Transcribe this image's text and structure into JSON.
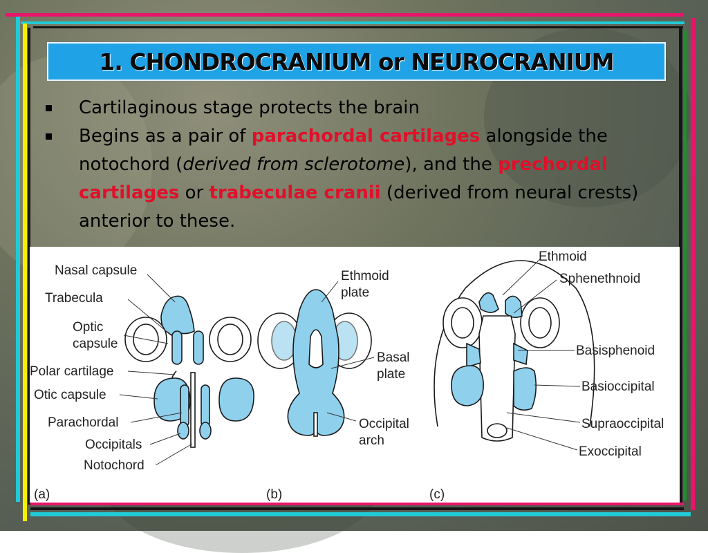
{
  "slide": {
    "title": "1. CHONDROCRANIUM or NEUROCRANIUM",
    "bullets": [
      {
        "segments": [
          {
            "text": "Cartilaginous stage protects the brain",
            "style": "normal"
          }
        ]
      },
      {
        "segments": [
          {
            "text": "Begins as a pair of ",
            "style": "normal"
          },
          {
            "text": "parachordal cartilages",
            "style": "red"
          },
          {
            "text": " alongside the notochord (",
            "style": "normal"
          },
          {
            "text": "derived from sclerotome",
            "style": "italic"
          },
          {
            "text": "), and the ",
            "style": "normal"
          },
          {
            "text": "prechordal cartilages",
            "style": "red"
          },
          {
            "text": " or ",
            "style": "normal"
          },
          {
            "text": "trabeculae cranii",
            "style": "red"
          },
          {
            "text": " (derived from neural crests) anterior to these.",
            "style": "normal"
          }
        ]
      }
    ]
  },
  "figure": {
    "panel_a": {
      "tag": "(a)",
      "labels": {
        "nasal_capsule": "Nasal capsule",
        "trabecula": "Trabecula",
        "optic_capsule_1": "Optic",
        "optic_capsule_2": "capsule",
        "polar_cartilage": "Polar cartilage",
        "otic_capsule": "Otic capsule",
        "parachordal": "Parachordal",
        "occipitals": "Occipitals",
        "notochord": "Notochord"
      }
    },
    "panel_b": {
      "tag": "(b)",
      "labels": {
        "ethmoid_plate_1": "Ethmoid",
        "ethmoid_plate_2": "plate",
        "basal_plate_1": "Basal",
        "basal_plate_2": "plate",
        "occipital_arch_1": "Occipital",
        "occipital_arch_2": "arch"
      }
    },
    "panel_c": {
      "tag": "(c)",
      "labels": {
        "ethmoid": "Ethmoid",
        "sphenethmoid": "Sphenethnoid",
        "basisphenoid": "Basisphenoid",
        "basioccipital": "Basioccipital",
        "supraoccipital": "Supraoccipital",
        "exoccipital": "Exoccipital"
      }
    },
    "colors": {
      "cartilage": "#8fd0ec",
      "outline": "#1a1a1a"
    }
  },
  "colors": {
    "title_bg": "#1fa3e6",
    "accent_red": "#e0102a",
    "frame_pink": "#e8156b",
    "frame_cyan": "#22c9d6",
    "frame_yellow": "#f5f000",
    "frame_green": "#1e8f2c"
  }
}
